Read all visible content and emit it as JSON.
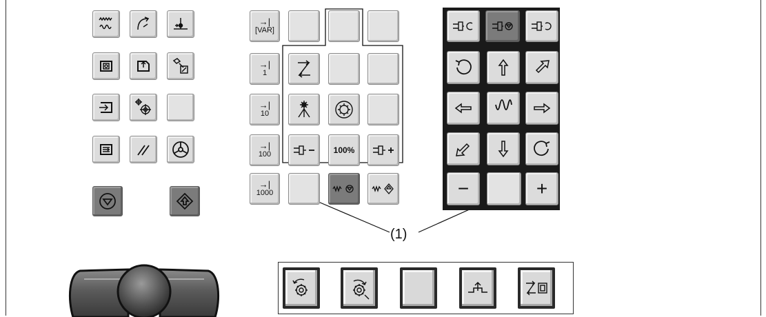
{
  "callout_label": "(1)",
  "increment_keys": [
    {
      "arrow": "→|",
      "value": "[VAR]"
    },
    {
      "arrow": "→|",
      "value": "1"
    },
    {
      "arrow": "→|",
      "value": "10"
    },
    {
      "arrow": "→|",
      "value": "100"
    },
    {
      "arrow": "→|",
      "value": "1000"
    }
  ],
  "override_100_label": "100%",
  "plus_label": "+",
  "minus_label": "−",
  "colors": {
    "key": "#dcdcdc",
    "dark_key": "#7b7b7b",
    "pad_frame": "#1a1a1a"
  }
}
